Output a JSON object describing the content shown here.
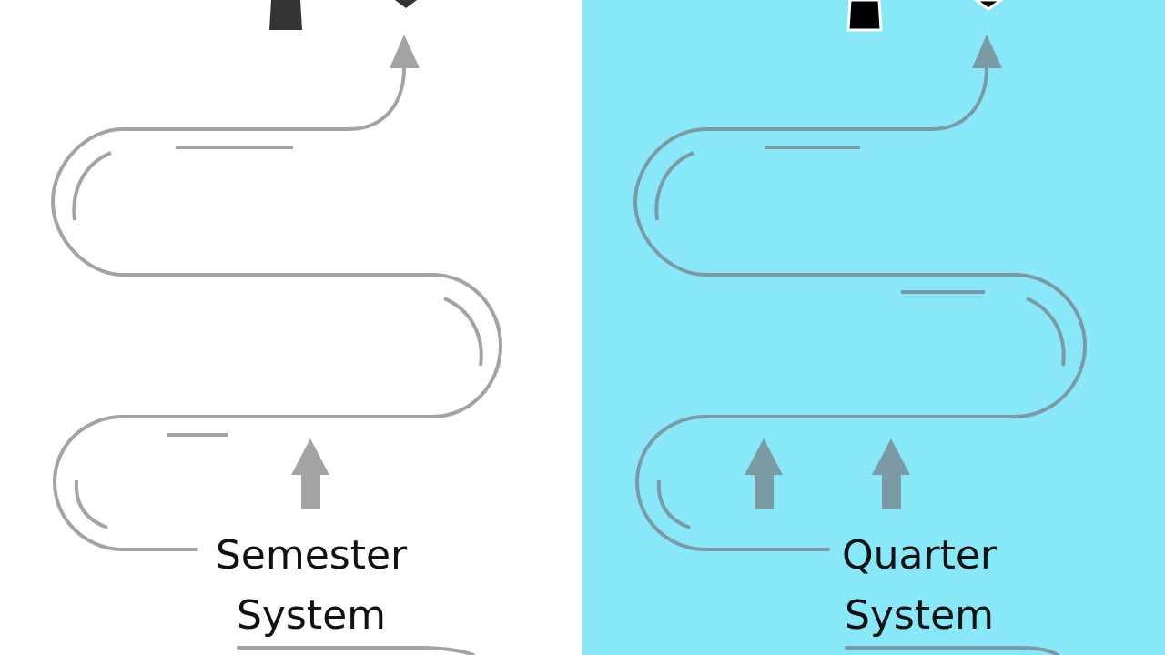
{
  "colors": {
    "left_background": "#ffffff",
    "right_background": "#88e8f8",
    "left_path": "#a3a3a3",
    "right_path": "#7d9aa4",
    "left_arrow": "#a3a3a3",
    "right_arrow": "#7c9aa3",
    "left_top_figure": "#333333",
    "right_top_figure": "#000000"
  },
  "panels": [
    {
      "id": "semester",
      "caption_line1": "Semester",
      "caption_line2": "System",
      "lane_arrow_count": 1
    },
    {
      "id": "quarter",
      "caption_line1": "Quarter",
      "caption_line2": "System",
      "lane_arrow_count": 2
    }
  ]
}
